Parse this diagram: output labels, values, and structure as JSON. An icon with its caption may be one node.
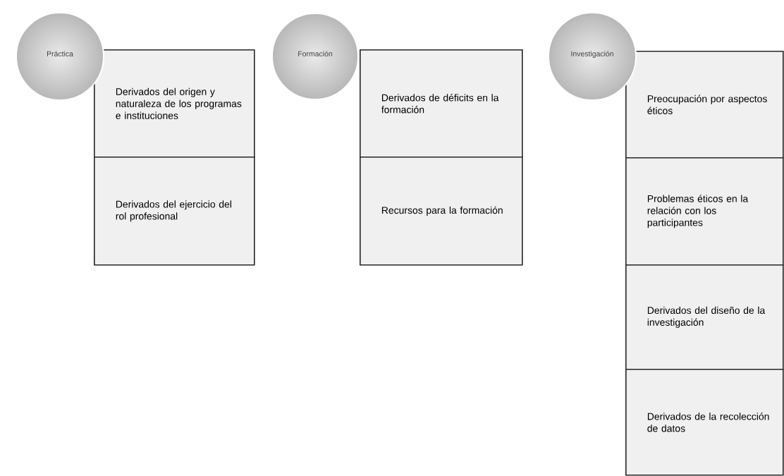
{
  "diagram": {
    "nodes": [
      {
        "text": [
          "Práctica"
        ]
      },
      {
        "text": [
          "Derivados del origen y naturaleza de los programas e instituciones"
        ]
      },
      {
        "text": [
          "Derivados del ejercicio del rol profesional"
        ]
      },
      {
        "text": [
          "Formación"
        ]
      },
      {
        "text": [
          "Derivados de déficits en la formación"
        ]
      },
      {
        "text": [
          "Recursos para la formación"
        ]
      },
      {
        "text": [
          "Investigación"
        ]
      },
      {
        "text": [
          "Preocupación por aspectos éticos"
        ]
      },
      {
        "text": [
          "Problemas éticos en la relación con los participantes"
        ]
      },
      {
        "text": [
          "Derivados del diseño de la investigación"
        ]
      },
      {
        "text": [
          "Derivados de la recolección de datos"
        ]
      }
    ]
  }
}
